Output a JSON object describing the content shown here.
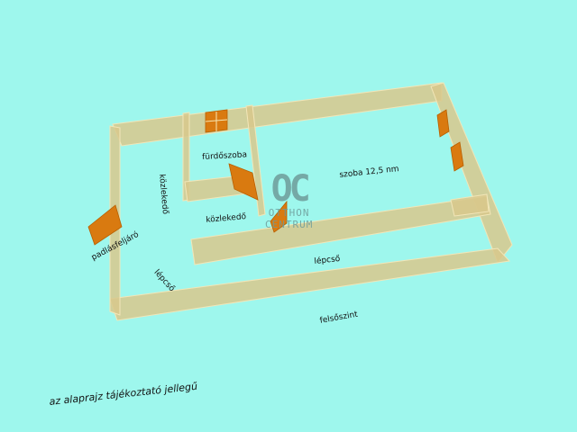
{
  "rooms": {
    "bathroom": "fürdőszoba",
    "room": "szoba 12,5 nm",
    "corridor_vertical": "közlekedő",
    "corridor": "közlekedő",
    "attic_access": "padlásfeljáró",
    "stairs_left": "lépcső",
    "stairs_main": "lépcső"
  },
  "level": "felsőszint",
  "disclaimer": "az alaprajz tájékoztató jellegű",
  "watermark": {
    "mark": "OC",
    "line1": "OTTHON",
    "line2": "CENTRUM"
  },
  "colors": {
    "background": "#9ef7ed",
    "wall": "#d8c88c",
    "door": "#d97a10"
  }
}
